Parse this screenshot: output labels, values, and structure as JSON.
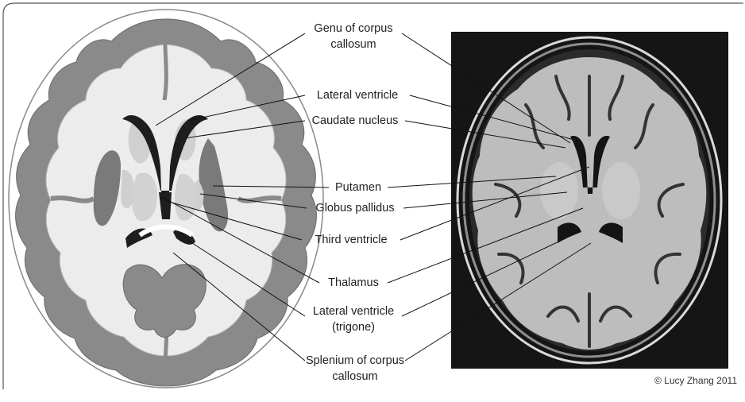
{
  "labels": {
    "genu_l1": "Genu of corpus",
    "genu_l2": "callosum",
    "lateral_ventricle": "Lateral ventricle",
    "caudate_nucleus": "Caudate nucleus",
    "putamen": "Putamen",
    "globus_pallidus": "Globus pallidus",
    "third_ventricle": "Third ventricle",
    "thalamus": "Thalamus",
    "lateral_trigone_l1": "Lateral ventricle",
    "lateral_trigone_l2": "(trigone)",
    "splenium_l1": "Splenium of corpus",
    "splenium_l2": "callosum"
  },
  "copyright": "© Lucy Zhang 2011",
  "colors": {
    "frame": "#555555",
    "cortex": "#777777",
    "white_matter": "#e8e8e8",
    "ventricle": "#1e1e1e",
    "nuclei": "#9a9a9a",
    "pallidus": "#c8c8c8",
    "mri_background": "#151515",
    "mri_tissue": "#bdbdbd"
  }
}
